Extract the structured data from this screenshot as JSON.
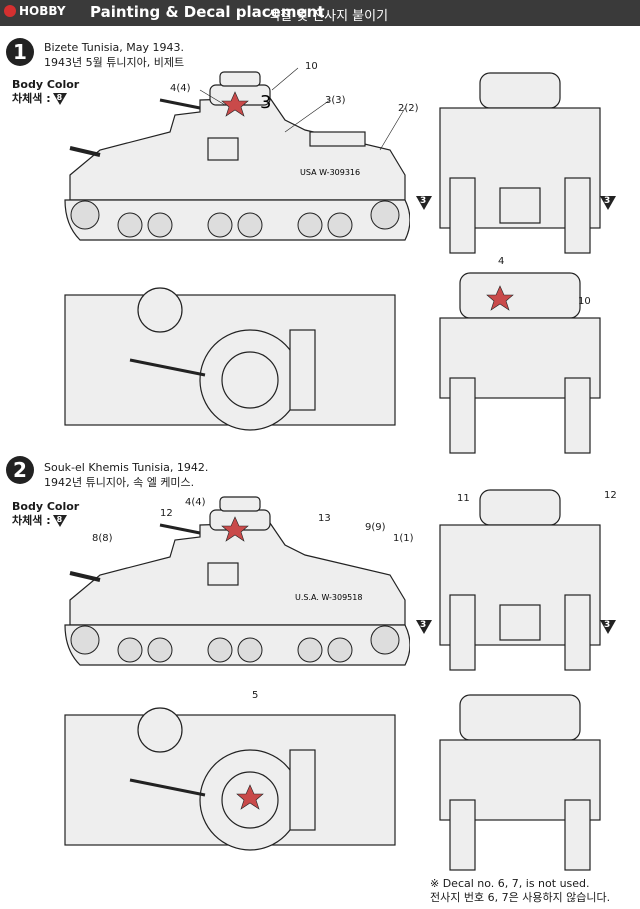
{
  "header": {
    "logo": "HOBBY",
    "title": "Painting & Decal placement",
    "subtitle_ko": "색칠 및 전사지 붙이기"
  },
  "schemes": [
    {
      "number": "1",
      "title_en": "Bizete Tunisia, May 1943.",
      "title_ko": "1943년 5월 튜니지아, 비제트",
      "body_color_en": "Body Color",
      "body_color_ko": "차체색 :",
      "color_code": "8",
      "side_callouts": [
        "10",
        "4(4)",
        "3(3)",
        "2(2)"
      ],
      "front_marker": "3",
      "rear_callouts": [
        "4",
        "10"
      ],
      "serial": "USA W-309316",
      "star_number": "3"
    },
    {
      "number": "2",
      "title_en": "Souk-el Khemis Tunisia, 1942.",
      "title_ko": "1942년 튜니지아, 속 엘 케미스.",
      "body_color_en": "Body Color",
      "body_color_ko": "차체색 :",
      "color_code": "8",
      "side_callouts": [
        "4(4)",
        "12",
        "13",
        "8(8)",
        "9(9)",
        "1(1)"
      ],
      "front_callouts": [
        "11",
        "12"
      ],
      "front_marker": "3",
      "top_callouts": [
        "5"
      ],
      "serial": "U.S.A. W-309518"
    }
  ],
  "footnote": {
    "en": "※ Decal no. 6, 7, is not used.",
    "ko": "전사지 번호 6, 7은 사용하지 않습니다."
  },
  "colors": {
    "header": "#3a3a3a",
    "ink": "#1a1a1a",
    "tank_fill": "#eeeeee",
    "star": "#c94a4a"
  }
}
